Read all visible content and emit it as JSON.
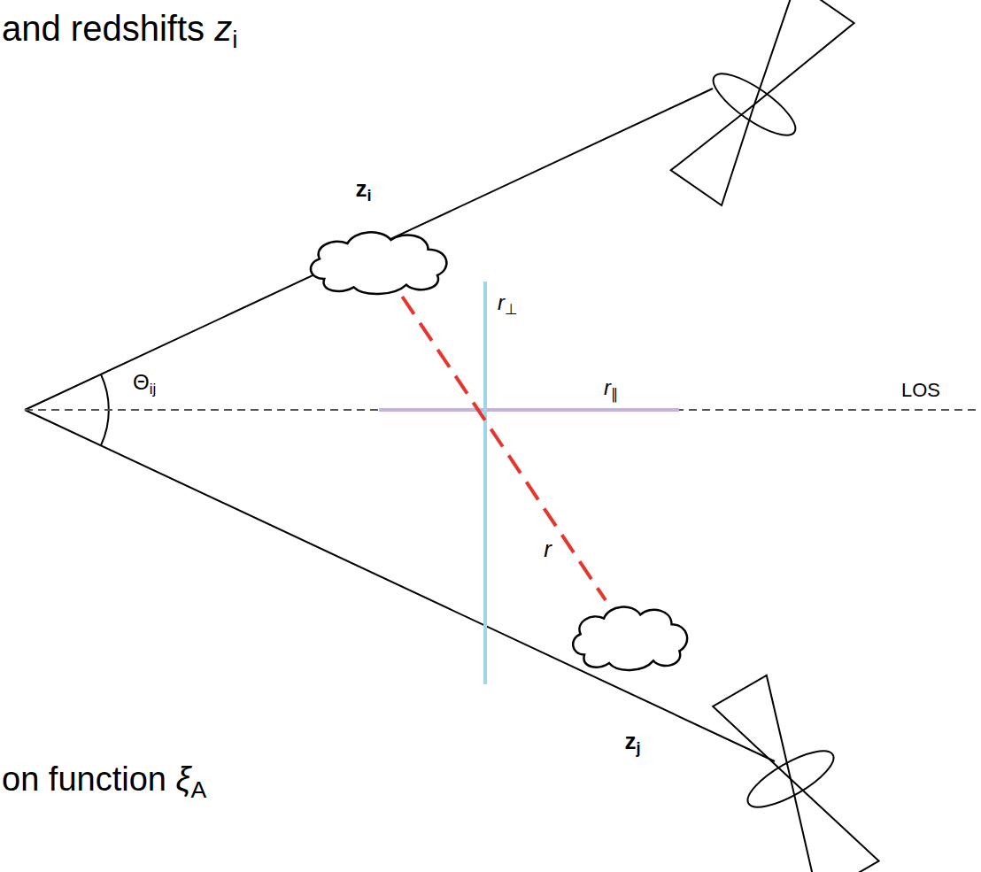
{
  "diagram": {
    "nodes": [
      {
        "text": [
          "zi"
        ]
      },
      {
        "text": [
          "zj"
        ]
      }
    ],
    "edges": [
      {
        "from": 0,
        "to": 1,
        "arrow": "none",
        "label": "r"
      }
    ],
    "labels": [
      "and redshifts zi",
      "Θij",
      "r⊥",
      "r∥",
      "LOS",
      "on function ξA"
    ]
  }
}
